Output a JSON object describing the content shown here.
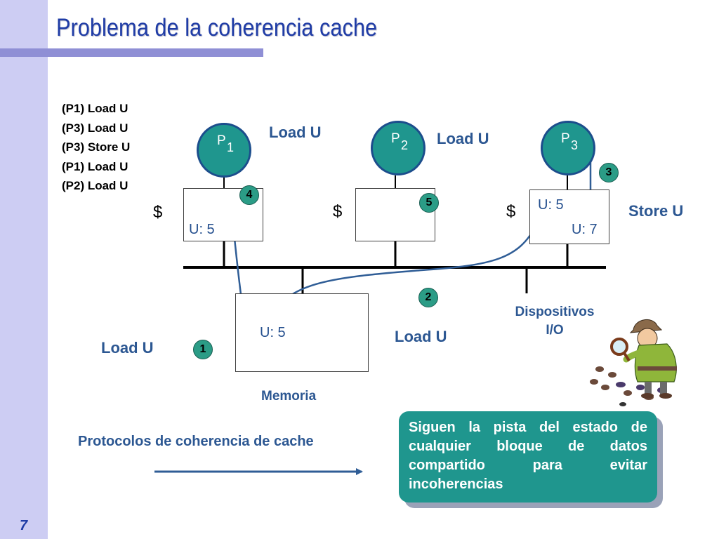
{
  "slide": {
    "title": "Problema de la coherencia cache",
    "number": "7"
  },
  "sequence": [
    "(P1) Load U",
    "(P3) Load U",
    "(P3) Store U",
    "(P1) Load U",
    "(P2) Load U"
  ],
  "processors": [
    {
      "letter": "P",
      "index": "1"
    },
    {
      "letter": "P",
      "index": "2"
    },
    {
      "letter": "P",
      "index": "3"
    }
  ],
  "labels": {
    "load_p1": "Load U",
    "load_p2": "Load U",
    "store_p3": "Store U",
    "load_memory_left": "Load U",
    "load_memory_right": "Load U",
    "devices_line1": "Dispositivos",
    "devices_line2": "I/O",
    "memory": "Memoria",
    "protocols": "Protocolos de coherencia de cache"
  },
  "caches": {
    "symbol": "$",
    "p1_value": "U: 5",
    "p3_old_value": "U: 5",
    "p3_new_value": "U: 7"
  },
  "memory_value": "U: 5",
  "steps": [
    "1",
    "2",
    "3",
    "4",
    "5"
  ],
  "info_box": "Siguen la pista del estado de cualquier bloque de datos compartido para evitar incoherencias",
  "colors": {
    "sidebar": "#cdcdf3",
    "title_bar": "#8f8fd5",
    "title": "#1f3ca6",
    "label": "#2c5792",
    "processor": "#1f968e",
    "arrow": "#2f5d96"
  },
  "icons": [
    "detective-illustration"
  ]
}
